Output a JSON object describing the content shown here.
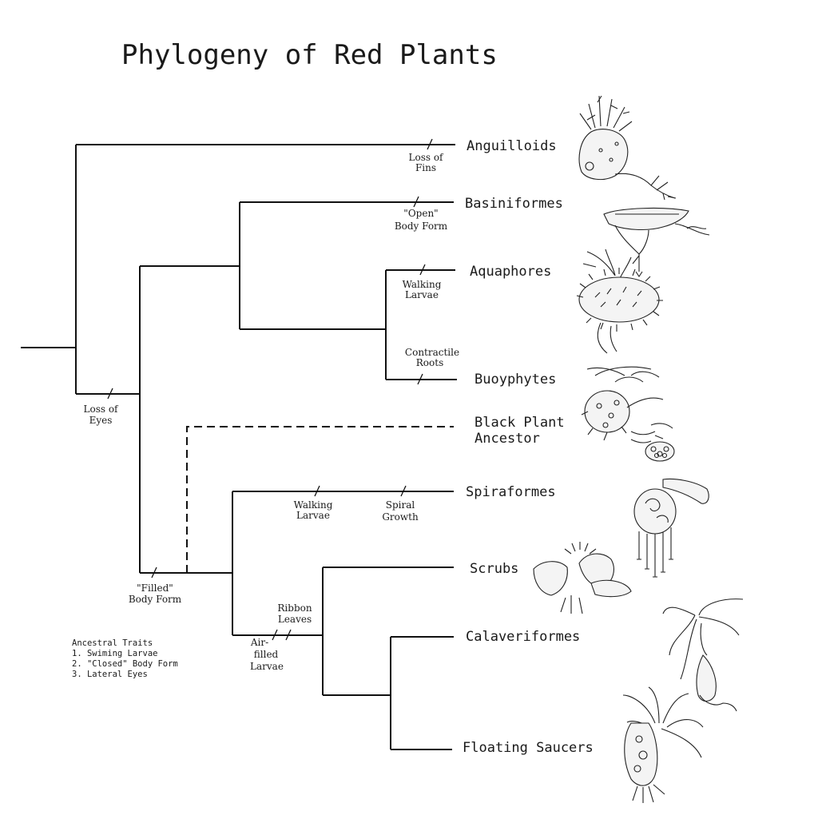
{
  "title": "Phylogeny of Red Plants",
  "taxa": {
    "anguilloids": "Anguilloids",
    "basiniformes": "Basiniformes",
    "aquaphores": "Aquaphores",
    "buoyphytes": "Buoyphytes",
    "black_plant_l1": "Black Plant",
    "black_plant_l2": "Ancestor",
    "spiraformes": "Spiraformes",
    "scrubs": "Scrubs",
    "calaveriformes": "Calaveriformes",
    "floating_saucers": "Floating Saucers"
  },
  "traits": {
    "loss_of_fins": [
      "Loss of",
      "Fins"
    ],
    "open_body": [
      "\"Open\"",
      "Body Form"
    ],
    "walking_larvae_1": [
      "Walking",
      "Larvae"
    ],
    "contractile_roots": [
      "Contractile",
      "Roots"
    ],
    "loss_of_eyes": [
      "Loss of",
      "Eyes"
    ],
    "walking_larvae_2": [
      "Walking",
      "Larvae"
    ],
    "spiral_growth": [
      "Spiral",
      "Growth"
    ],
    "filled_body": [
      "\"Filled\"",
      "Body Form"
    ],
    "ribbon_leaves": [
      "Ribbon",
      "Leaves"
    ],
    "air_filled_larvae": [
      "Air-",
      "filled",
      "Larvae"
    ]
  },
  "ancestral": {
    "heading": "Ancestral Traits",
    "items": [
      "1. Swiming Larvae",
      "2. \"Closed\" Body Form",
      "3. Lateral Eyes"
    ]
  }
}
